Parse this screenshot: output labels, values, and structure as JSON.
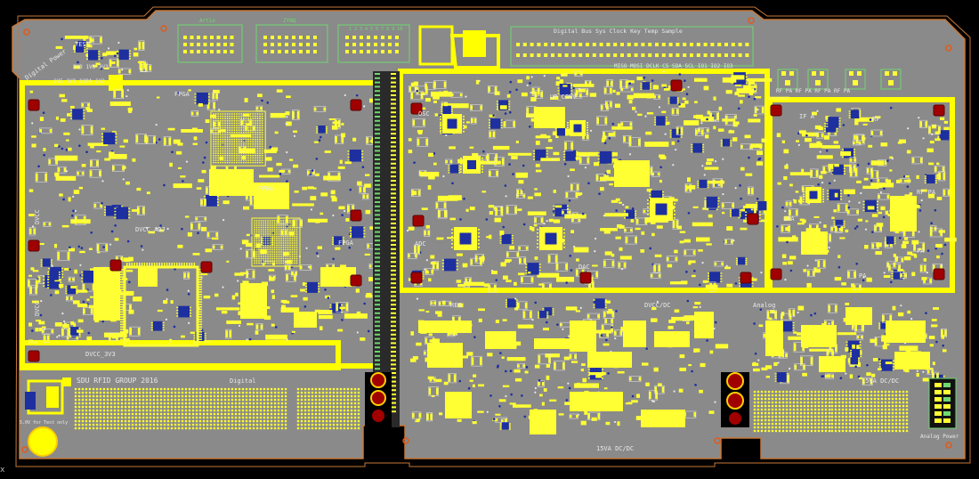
{
  "board": {
    "colors": {
      "background": "#000000",
      "substrate": "#8a8a8a",
      "outline": "#c87838",
      "shield": "#ffff00",
      "copper": "#ffff33",
      "silkscreen": "#e8e8e8",
      "via": "#1e2fa0",
      "mount_hole": "#a00000",
      "fiducial": "#e05a1a"
    },
    "labels": {
      "digital_power": "Digital Power",
      "test": "TEST",
      "rails_left": "1V5 1V8 1V8A 1V2",
      "rails_right": "3V3 1V5 3V3",
      "artix": "Artix",
      "zynq": "ZYNQ",
      "header_title": "Digital Bus Sys Clock Key Temp Sample",
      "io_row": "MISO MOSI DCLK CS SDA SCL IO1 IO2 IO3",
      "up_conv": "UP_CONV",
      "adc": "ADC",
      "if_a": "IF A",
      "pa_group": "RF PA RF PA RF PA RF PA",
      "lna": "LNA",
      "pa": "PA",
      "rf_pa": "RF PA",
      "pa_bottom": "PA",
      "dvcc_adj": "DVCC_ADJ",
      "dvcc_3v3": "DVCC_3V3",
      "dvcc_side": "DVCC",
      "fpga_side": "DVCC",
      "fpga_top": "FPGA",
      "fpga_big": "FPGA",
      "fpga_mid": "FPGA",
      "group_name": "SDU RFID GROUP 2016",
      "digital": "Digital",
      "analog": "Analog",
      "analog_power": "Analog Power",
      "dcdc_15va": "15VA DC/DC",
      "dcdc_15va_b": "15VA DC/DC",
      "dcdc_mid": "DVCC/DC",
      "reg": "REG",
      "rf_label": "RF",
      "osc": "OSC",
      "dac": "DAC",
      "pwr_note": "5.0V for Test only",
      "hdr_marks": "1 2 3 4 5 6 7 8 9 10"
    }
  }
}
